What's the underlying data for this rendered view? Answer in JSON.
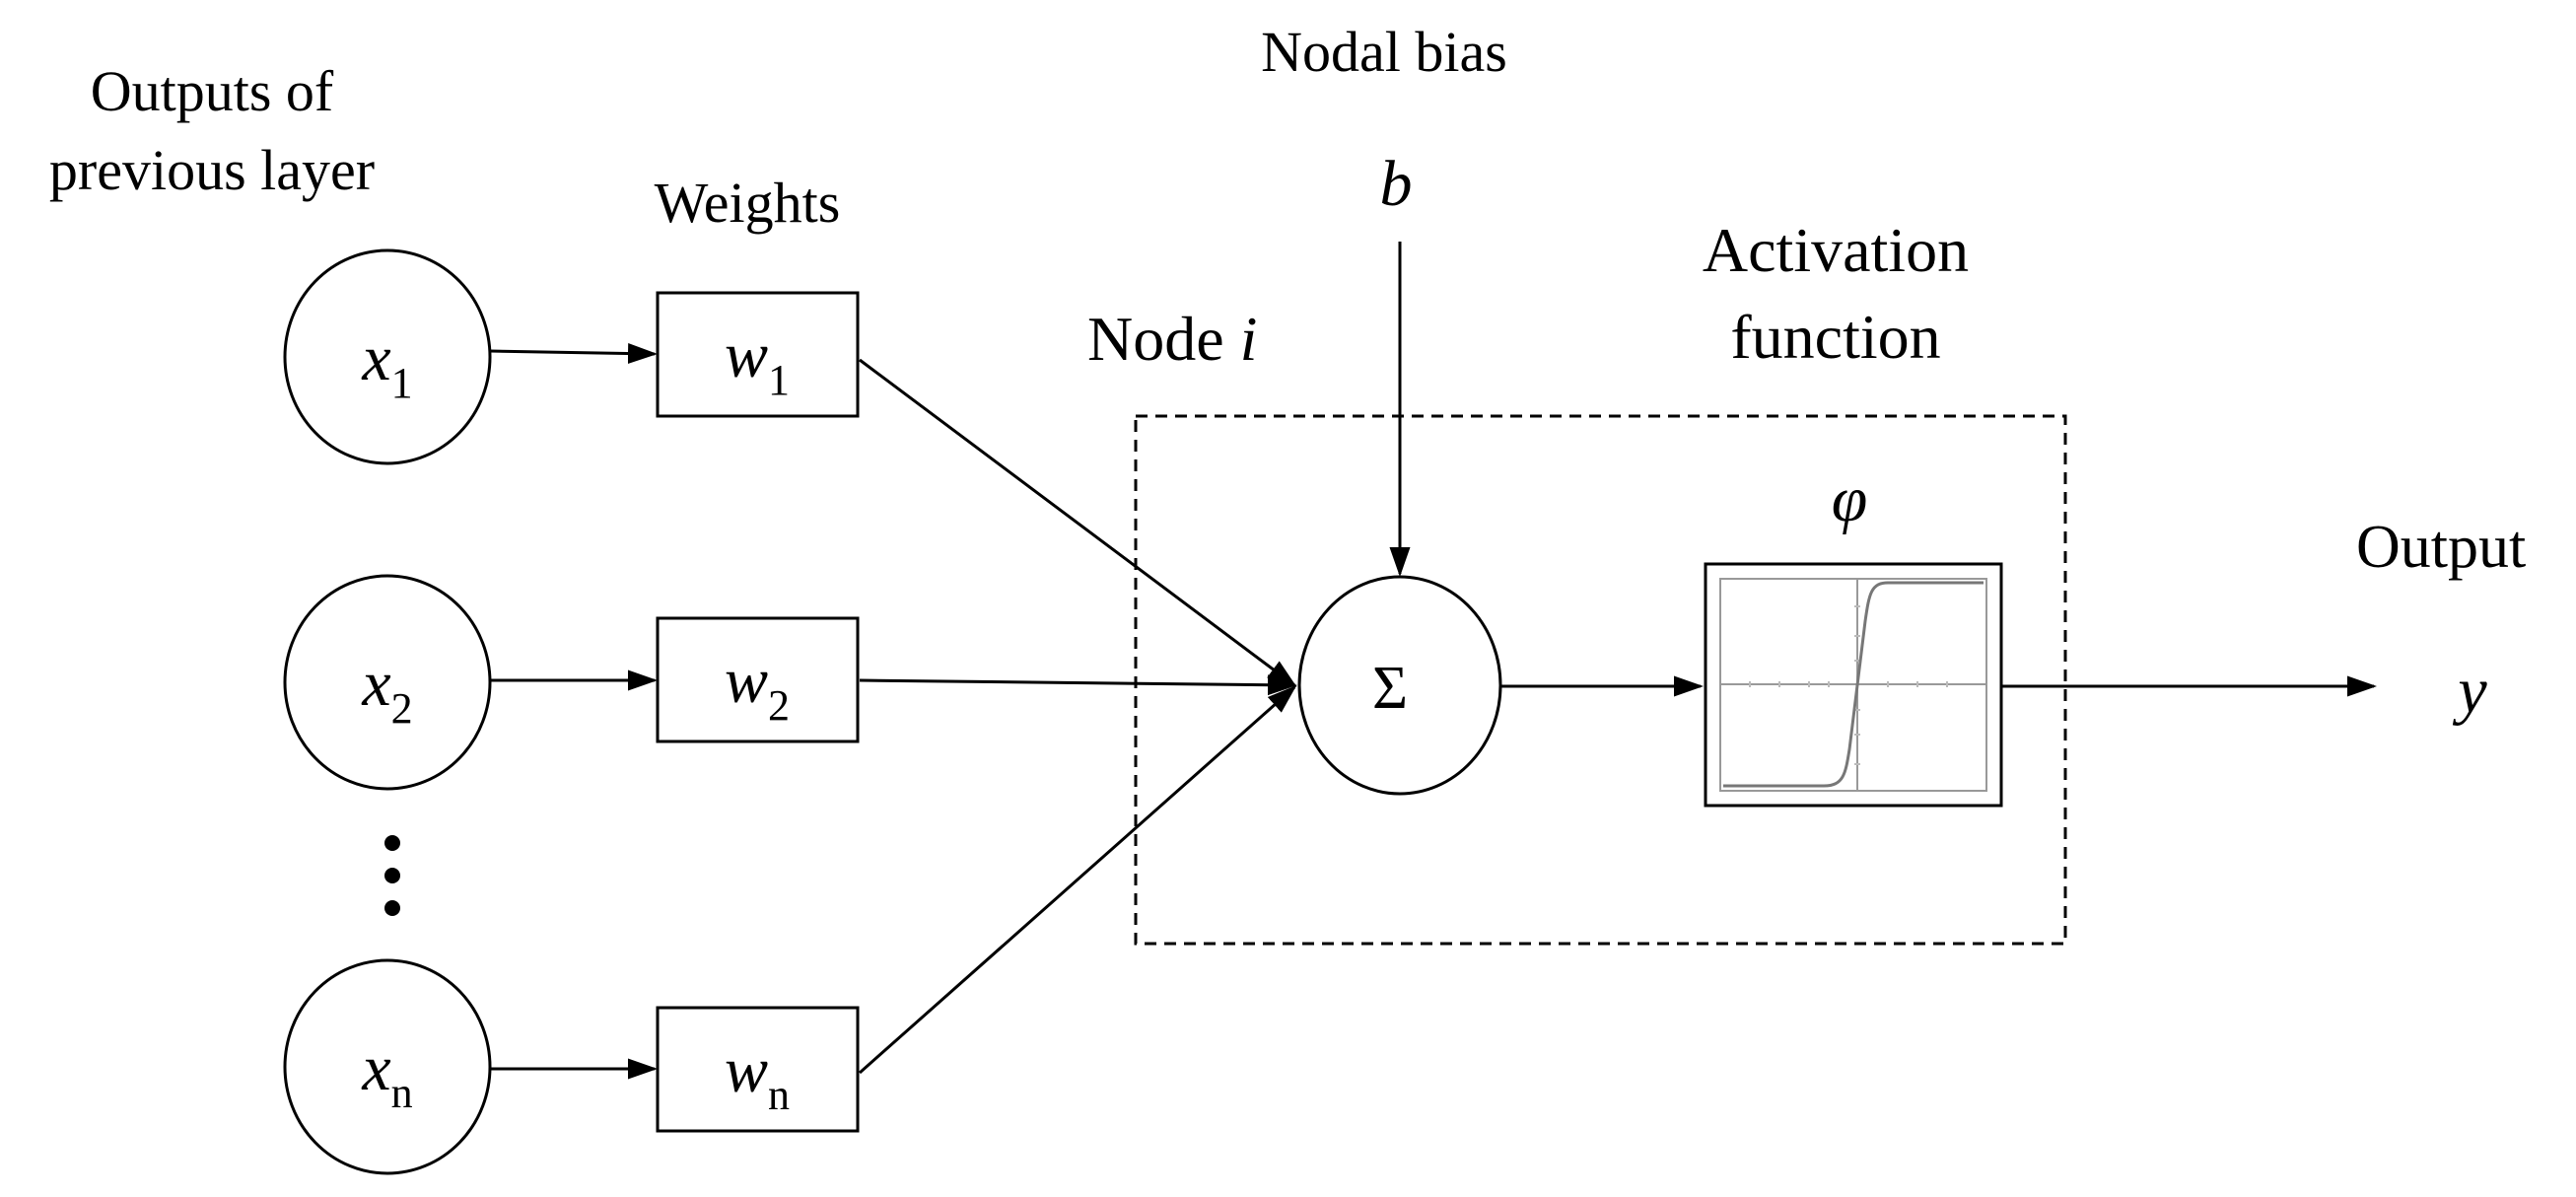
{
  "labels": {
    "outputs_of": "Outputs of",
    "previous_layer": "previous layer",
    "weights": "Weights",
    "nodal_bias": "Nodal bias",
    "node": "Node",
    "node_var": "i",
    "activation": "Activation",
    "function": "function",
    "output": "Output"
  },
  "inputs": [
    {
      "var": "x",
      "sub": "1"
    },
    {
      "var": "x",
      "sub": "2"
    },
    {
      "var": "x",
      "sub": "n"
    }
  ],
  "weights": [
    {
      "var": "w",
      "sub": "1"
    },
    {
      "var": "w",
      "sub": "2"
    },
    {
      "var": "w",
      "sub": "n"
    }
  ],
  "bias_symbol": "b",
  "sum_symbol": "Σ",
  "phi_symbol": "φ",
  "output_symbol": "y"
}
